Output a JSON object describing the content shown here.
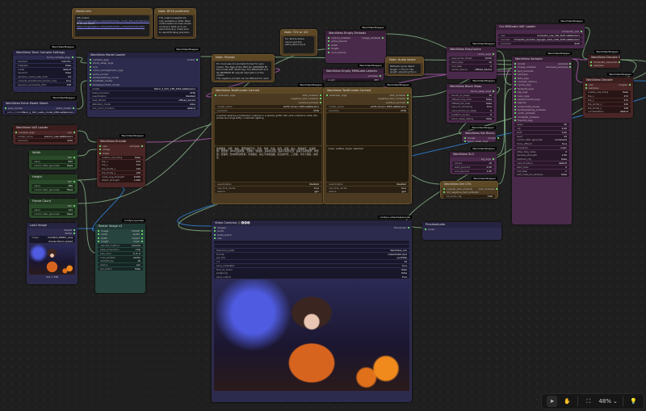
{
  "nodes": [
    {
      "id": "model-info",
      "title": "Model Info",
      "color": "brown",
      "note": true,
      "text": [
        "fp8_scaled:",
        "https://huggingface.co/Kijai/WanVideo_comfy_fp8_scaled/tree/main/S2V",
        "BF16 and GGUF:",
        "https://huggingface.co/Kijai/WanVideo_comfy/tree/main/S2V"
      ]
    },
    {
      "id": "note-bf16",
      "title": "Note: BF16 preferred",
      "color": "brown",
      "note": true,
      "text": [
        "The original weights are only available in bf16. Base model seems to have issues running in fp16 so if you want accuracy, make sure to use bf16 base_precision."
      ]
    },
    {
      "id": "torch-compile",
      "title": "WanVideo Torch Compile Settings",
      "color": "navy",
      "badge": "WanVideoWrapper",
      "outputs": [
        "torch_compile_args"
      ],
      "widgets": [
        [
          "backend",
          "inductor"
        ],
        [
          "fullgraph",
          "false"
        ],
        [
          "mode",
          "default"
        ],
        [
          "dynamic",
          "false"
        ],
        [
          "dynamo_cache_size_limit",
          "64"
        ],
        [
          "compile_transformer_blocks_only",
          "true"
        ],
        [
          "dynamo_recompile_limit",
          "128"
        ]
      ]
    },
    {
      "id": "model-loader",
      "title": "WanVideo Model Loader",
      "color": "navy",
      "badge": "WanVideoWrapper",
      "inputs": [
        "compile_args",
        "block_swap_args",
        "lora",
        "vram_management_args",
        "extra_model",
        "fantasytalking_model",
        "multitalk_model",
        "fantasyportrait_model"
      ],
      "outputs": [
        "model"
      ],
      "widgets": [
        [
          "model",
          "Wan2_2_S2V_14B_bf16.safetensors"
        ],
        [
          "base_precision",
          "bf16"
        ],
        [
          "quantization",
          "disabled"
        ],
        [
          "load_device",
          "offload_device"
        ],
        [
          "attention_mode",
          "sdpa"
        ],
        [
          "rms_norm_function",
          "default"
        ]
      ]
    },
    {
      "id": "extra-model",
      "title": "WanVideo Extra Model Select",
      "color": "navy",
      "badge": "WanVideoWrapper",
      "inputs": [
        "prev_model"
      ],
      "outputs": [
        "extra_model"
      ],
      "widgets": [
        [
          "extra_model",
          "Wan2_2_S2V_audio_model_bf16.safetensors"
        ]
      ]
    },
    {
      "id": "vae-loader",
      "title": "WanVideo VAE Loader",
      "color": "red",
      "inputs": [
        "compile_args"
      ],
      "outputs": [
        "vae"
      ],
      "widgets": [
        [
          "model_name",
          "wan2.1_vae.safetensors"
        ],
        [
          "precision",
          "bf16"
        ]
      ]
    },
    {
      "id": "width",
      "title": "Width",
      "color": "green",
      "outputs": [
        "INT"
      ],
      "widgets": [
        [
          "value",
          "832"
        ],
        [
          "control after generate",
          "fixed"
        ]
      ]
    },
    {
      "id": "height",
      "title": "Height",
      "color": "green",
      "outputs": [
        "INT"
      ],
      "widgets": [
        [
          "value",
          "480"
        ],
        [
          "control after generate",
          "fixed"
        ]
      ]
    },
    {
      "id": "frame-count",
      "title": "Frame Count",
      "color": "green",
      "outputs": [
        "INT"
      ],
      "widgets": [
        [
          "value",
          "121"
        ],
        [
          "control after generate",
          "fixed"
        ]
      ]
    },
    {
      "id": "load-image",
      "title": "Load Image",
      "color": "navy",
      "outputs": [
        "IMAGE",
        "MASK"
      ],
      "widgets": [
        [
          "image",
          "ComfyUI_00001_.png"
        ],
        [
          "",
          "choose file to upload"
        ]
      ],
      "image": true,
      "caption": "512 × 768"
    },
    {
      "id": "encode",
      "title": "WanVideo Encode",
      "color": "red",
      "badge": "WanVideoWrapper",
      "inputs": [
        "vae",
        "image",
        "mask"
      ],
      "outputs": [
        "samples"
      ],
      "widgets": [
        [
          "enable_vae_tiling",
          "false"
        ],
        [
          "tile_x",
          "272"
        ],
        [
          "tile_y",
          "272"
        ],
        [
          "tile_stride_x",
          "144"
        ],
        [
          "tile_stride_y",
          "128"
        ],
        [
          "noise_aug_strength",
          "0.000"
        ],
        [
          "latent_strength",
          "1.000"
        ]
      ]
    },
    {
      "id": "resize",
      "title": "Resize Image v2",
      "color": "teal",
      "badge": "comfyui-kjnodes",
      "inputs": [
        "image",
        "mask",
        "width",
        "height"
      ],
      "outputs": [
        "IMAGE",
        "width",
        "height",
        "mask"
      ],
      "widgets": [
        [
          "upscale_method",
          "lanczos"
        ],
        [
          "keep_proportion",
          "crop"
        ],
        [
          "pad_color",
          "0, 0, 0"
        ],
        [
          "crop_position",
          "center"
        ],
        [
          "divisible_by",
          "16"
        ],
        [
          "device",
          "cpu"
        ],
        [
          "per_batch",
          "false"
        ]
      ]
    },
    {
      "id": "note-prompt",
      "title": "Note: Prompt",
      "color": "brown",
      "note": true,
      "text": [
        "For more wan-ful prompts formed for wan model. The Tags of the TRIP etc ORDERED BY the model with 'Multi' tag, The NEGATIVE and its ORDERED BY special description of the model.",
        "The negative prompt can be different for each model."
      ]
    },
    {
      "id": "note-t2i",
      "title": "Note: T2V or I2V",
      "color": "brown",
      "note": true,
      "text": [
        "For Text-to-Video, disconnect the extra_latent input"
      ]
    },
    {
      "id": "empty-embeds",
      "title": "WanVideo Empty Embeds",
      "color": "purple",
      "badge": "WanVideoWrapper",
      "inputs": [
        "control_embeds",
        "extra_latents",
        "width",
        "height",
        "num_frames"
      ],
      "outputs": [
        "image_embeds"
      ]
    },
    {
      "id": "mt-latents",
      "title": "WanVideo Empty MMAudio Latents",
      "color": "purple",
      "badge": "WanVideoWrapper",
      "outputs": [
        "samples"
      ],
      "widgets": [
        [
          "length",
          "157"
        ]
      ]
    },
    {
      "id": "note-audio",
      "title": "Note: Audio latent",
      "color": "brown",
      "note": true,
      "text": [
        "MMAudio gives latent length = 157 for 10s length, adjusting this is experimental"
      ]
    },
    {
      "id": "textencode1",
      "title": "WanVideo TextEncode Cached",
      "color": "brown",
      "badge": "WanVideoWrapper",
      "inputs": [
        "extender_args"
      ],
      "outputs": [
        "text_embeds",
        "negative_text_embeds",
        "positive_prompt"
      ],
      "widgets": [
        [
          "model_name",
          "umt5-xxl-enc-bf16.safetensors"
        ],
        [
          "precision",
          "bf16"
        ]
      ],
      "prompt": "a woman wearing a halloween costume in a spooky gothic hall, jack-o-lanterns, bats, she smiles and sings softly, cinematic lighting",
      "neg": "色调艳丽，过曝，静态，细节模糊不清，字幕，风格，作品，画作，画面，静止，整体发灰，最差质量，低质量，JPEG压缩残留，丑陋的，残缺的，多余的手指，画得不好的手部，画得不好的脸部，畸形的，毁容的，形态畸形的肢体，手指融合，静止不动的画面，杂乱的背景，三条腿，背景人很多，倒着走",
      "extra": [
        [
          "quantization",
          "disabled"
        ],
        [
          "use_disk_cache",
          "true"
        ],
        [
          "device",
          "gpu"
        ]
      ]
    },
    {
      "id": "textencode2",
      "title": "WanVideo TextEncode Cached",
      "color": "brown",
      "badge": "WanVideoWrapper",
      "inputs": [
        "extender_args"
      ],
      "outputs": [
        "text_embeds",
        "negative_text_embeds",
        "positive_prompt"
      ],
      "widgets": [
        [
          "model_name",
          "umt5-xxl-enc-bf16.safetensors"
        ],
        [
          "precision",
          "bf16"
        ]
      ],
      "prompt": "",
      "neg": "music, waffles, laugh, distorted",
      "extra": [
        [
          "quantization",
          "disabled"
        ],
        [
          "use_disk_cache",
          "true"
        ],
        [
          "device",
          "gpu"
        ]
      ]
    },
    {
      "id": "easycache",
      "title": "WanVideo EasyCache",
      "color": "purple",
      "badge": "WanVideoWrapper",
      "outputs": [
        "cache_args"
      ],
      "widgets": [
        [
          "easycache_thresh",
          "0.015"
        ],
        [
          "start_step",
          "10"
        ],
        [
          "end_step",
          "-1"
        ],
        [
          "cache_device",
          "offload_device"
        ]
      ]
    },
    {
      "id": "block-swap",
      "title": "WanVideo Block Swap",
      "color": "purple",
      "badge": "WanVideoWrapper",
      "outputs": [
        "block_swap_args"
      ],
      "widgets": [
        [
          "blocks_to_swap",
          "10"
        ],
        [
          "offload_img_emb",
          "false"
        ],
        [
          "offload_txt_emb",
          "false"
        ],
        [
          "use_non_blocking",
          "true"
        ],
        [
          "vace_blocks_to_swap",
          "0"
        ],
        [
          "prefetch_blocks",
          "0"
        ],
        [
          "block_swap_debug",
          "false"
        ]
      ]
    },
    {
      "id": "set-block",
      "title": "WanVideo Set Block...",
      "color": "purple",
      "badge": "WanVideoWrapper",
      "inputs": [
        "model",
        "block_swap_args"
      ],
      "outputs": [
        "model"
      ]
    },
    {
      "id": "slg",
      "title": "WanVideo SLG",
      "color": "purple",
      "badge": "WanVideoWrapper",
      "outputs": [
        "slg_args"
      ],
      "widgets": [
        [
          "blocks",
          "10"
        ],
        [
          "start_percent",
          "0.20"
        ],
        [
          "end_percent",
          "1.00"
        ]
      ]
    },
    {
      "id": "cfg",
      "title": "WanVideo Set CFG",
      "color": "brown",
      "badge": "WanVideoWrapper",
      "inputs": [
        "original_text_embeds",
        "mt_negative_text_embeds"
      ],
      "outputs": [
        "text_embeds"
      ],
      "widgets": [
        [
          "mt_audio_cfg",
          "3.00"
        ]
      ]
    },
    {
      "id": "vae-loader2",
      "title": "Ovi MMAudio VAE Loader",
      "color": "purple",
      "badge": "WanVideoWrapper",
      "outputs": [
        "mmaudio_vae"
      ],
      "widgets": [
        [
          "vae",
          "mmaudio_vae_16k_fp32.safetensors"
        ],
        [
          "encoder",
          "mmaudio_encoder_bigvgan_best_netG_fp32.safetensors"
        ],
        [
          "precision",
          "fp32"
        ]
      ]
    },
    {
      "id": "sampler",
      "title": "WanVideo Sampler",
      "color": "purple",
      "badge": "WanVideoWrapper",
      "inputs": [
        "model",
        "image_embeds",
        "text_embeds",
        "samples",
        "feta_args",
        "context_options",
        "cache_args",
        "flowedit_args",
        "slg_args",
        "loop_args",
        "experimental_args",
        "sigmas",
        "unianimate_poses",
        "fantasytalking_embeds",
        "uni3c_embeds",
        "multitalk_embeds",
        "freeinit_args"
      ],
      "outputs": [
        "samples",
        "denoised_samples"
      ],
      "widgets": [
        [
          "steps",
          "50"
        ],
        [
          "cfg",
          "4.00"
        ],
        [
          "shift",
          "5.00"
        ],
        [
          "seed",
          "44"
        ],
        [
          "control after generate",
          "increment"
        ],
        [
          "force_offload",
          "true"
        ],
        [
          "scheduler",
          "unipc"
        ],
        [
          "riflex_freq_index",
          "0"
        ],
        [
          "denoise_strength",
          "1.00"
        ],
        [
          "batched_cfg",
          "false"
        ],
        [
          "rope_function",
          "default"
        ],
        [
          "start_step",
          "0"
        ],
        [
          "end_step",
          "-1"
        ],
        [
          "add_noise_to_samples",
          "false"
        ]
      ]
    },
    {
      "id": "decode-ovi",
      "title": "WanVideo Decode Ovi...",
      "color": "red",
      "badge": "WanVideoWrapper",
      "inputs": [
        "mmaudio_vae",
        "samples"
      ],
      "outputs": [
        "audio"
      ]
    },
    {
      "id": "decode",
      "title": "WanVideo Decode",
      "color": "red",
      "badge": "WanVideoWrapper",
      "inputs": [
        "vae",
        "samples"
      ],
      "outputs": [
        "images"
      ],
      "widgets": [
        [
          "enable_vae_tiling",
          "false"
        ],
        [
          "tile_x",
          "272"
        ],
        [
          "tile_y",
          "272"
        ],
        [
          "tile_stride_x",
          "144"
        ],
        [
          "tile_stride_y",
          "128"
        ],
        [
          "normalization",
          "default"
        ]
      ]
    },
    {
      "id": "video-combine",
      "title": "Video Combine 🎥🅥🅗🅢",
      "color": "navy",
      "badge": "comfyui-videohelpersuite",
      "inputs": [
        "images",
        "audio",
        "meta_batch",
        "vae"
      ],
      "outputs": [
        "Filenames"
      ],
      "widgets": [
        [
          "",
          ""
        ],
        [
          "",
          ""
        ],
        [
          "filename_prefix",
          "WanVideo_Ovi"
        ],
        [
          "format",
          "video/h264-mp4"
        ],
        [
          "pix_fmt",
          "yuv420p"
        ],
        [
          "crf",
          "19"
        ],
        [
          "save_metadata",
          "true"
        ],
        [
          "trim_to_audio",
          "false"
        ],
        [
          "pingpong",
          "false"
        ],
        [
          "save_output",
          "true"
        ]
      ],
      "image": true
    },
    {
      "id": "preview-audio",
      "title": "PreviewAudio",
      "color": "navy",
      "inputs": [
        "audio"
      ]
    }
  ],
  "toolbar": {
    "zoom": "48%"
  }
}
